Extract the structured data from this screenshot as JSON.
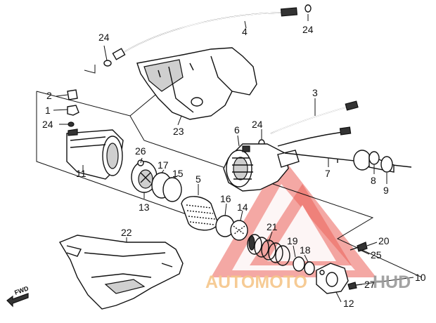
{
  "diagram": {
    "labels": [
      {
        "id": "lbl-24-top",
        "text": "24"
      },
      {
        "id": "lbl-4",
        "text": "4"
      },
      {
        "id": "lbl-24-left",
        "text": "24"
      },
      {
        "id": "lbl-2",
        "text": "2"
      },
      {
        "id": "lbl-1",
        "text": "1"
      },
      {
        "id": "lbl-24-mid",
        "text": "24"
      },
      {
        "id": "lbl-11",
        "text": "11"
      },
      {
        "id": "lbl-26",
        "text": "26"
      },
      {
        "id": "lbl-13",
        "text": "13"
      },
      {
        "id": "lbl-17",
        "text": "17"
      },
      {
        "id": "lbl-15",
        "text": "15"
      },
      {
        "id": "lbl-5",
        "text": "5"
      },
      {
        "id": "lbl-16",
        "text": "16"
      },
      {
        "id": "lbl-14",
        "text": "14"
      },
      {
        "id": "lbl-23",
        "text": "23"
      },
      {
        "id": "lbl-3",
        "text": "3"
      },
      {
        "id": "lbl-6",
        "text": "6"
      },
      {
        "id": "lbl-24-right",
        "text": "24"
      },
      {
        "id": "lbl-7",
        "text": "7"
      },
      {
        "id": "lbl-8",
        "text": "8"
      },
      {
        "id": "lbl-9",
        "text": "9"
      },
      {
        "id": "lbl-21",
        "text": "21"
      },
      {
        "id": "lbl-19",
        "text": "19"
      },
      {
        "id": "lbl-18",
        "text": "18"
      },
      {
        "id": "lbl-20",
        "text": "20"
      },
      {
        "id": "lbl-25",
        "text": "25"
      },
      {
        "id": "lbl-10",
        "text": "10"
      },
      {
        "id": "lbl-27",
        "text": "27"
      },
      {
        "id": "lbl-12",
        "text": "12"
      },
      {
        "id": "lbl-22",
        "text": "22"
      }
    ],
    "fwd_label": "FWD",
    "watermark": {
      "text_a": "AUTOMOTO",
      "text_b": "HUD",
      "color_a": "#f6c68a",
      "color_b": "#9a9a9a",
      "logo_color": "#e8453c"
    }
  }
}
